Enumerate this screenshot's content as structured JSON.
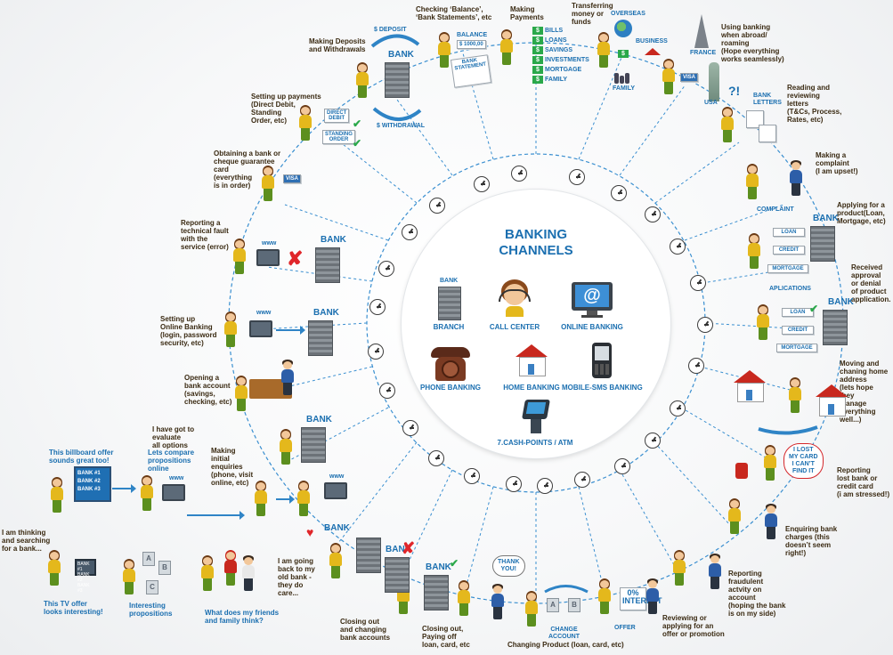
{
  "title": {
    "line1": "BANKING",
    "line2": "CHANNELS"
  },
  "channels": [
    {
      "icon": "bank-building-icon",
      "small_tag": "BANK",
      "label": "BRANCH"
    },
    {
      "icon": "call-center-agent-icon",
      "label": "CALL CENTER"
    },
    {
      "icon": "at-monitor-icon",
      "label": "ONLINE BANKING"
    },
    {
      "icon": "rotary-phone-icon",
      "label": "PHONE BANKING"
    },
    {
      "icon": "house-icon",
      "label": "HOME BANKING"
    },
    {
      "icon": "mobile-phone-icon",
      "label": "MOBILE-SMS BANKING"
    },
    {
      "icon": "atm-kiosk-icon",
      "label": "7.CASH-POINTS / ATM"
    }
  ],
  "journey": {
    "deposits": "Making Deposits\nand Withdrawals",
    "deposit_tag": "$ DEPOSIT",
    "withdrawal_tag": "$ WITHDRAWAL",
    "balance": "Checking ‘Balance’,\n‘Bank Statements’, etc",
    "balance_tag": "BALANCE",
    "balance_amount": "$ 1000,00",
    "statement_tag": "BANK\nSTATEMENT",
    "payments": "Making\nPayments",
    "payment_items": [
      "BILLS",
      "LOANS",
      "SAVINGS",
      "INVESTMENTS",
      "MORTGAGE",
      "FAMILY"
    ],
    "transfer": "Transferring\nmoney or\nfunds",
    "overseas_tag": "OVERSEAS",
    "business_tag": "BUSINESS",
    "family_tag": "FAMILY",
    "abroad": "Using banking\nwhen abroad/\nroaming\n(Hope everything\nworks seamlessly)",
    "france_tag": "FRANCE",
    "usa_tag": "USA",
    "question_marks": "?!",
    "letters": "Reading and\nreviewing\nletters\n(T&Cs, Process,\nRates, etc)",
    "bank_letters_tag": "BANK\nLETTERS",
    "complaint": "Making a\ncomplaint\n(I am upset!)",
    "complaint_tag": "COMPLAINT",
    "apply_product": "Applying for a\nproduct(Loan,\nMortgage, etc)",
    "app_docs": [
      "LOAN",
      "CREDIT",
      "MORTGAGE"
    ],
    "applications_tag": "APLICATIONS",
    "approval": "Received\napproval\nor denial\nof product\napplication.",
    "moving": "Moving and\nchaning home\naddress\n(lets hope\nthey\nmanage\neverything\nwell...)",
    "lost_bubble": "I LOST\nMY CARD\nI CAN’T\nFIND IT",
    "lost_card": "Reporting\nlost bank or\ncredit card\n(i am stressed!)",
    "enquiring_charges": "Enquiring bank\ncharges (this\ndoesn’t seem\nright!)",
    "fraud": "Reporting\nfraudulent\nactvity on\naccount\n(hoping the bank\nis on my side)",
    "offer": "Reviewing or\napplying for an\noffer or promotion",
    "offer_tag": "OFFER",
    "interest_tag": "0%\nINTEREST",
    "change_tag": "CHANGE\nACCOUNT",
    "changing_product": "Changing Product (loan, card, etc)",
    "thank_you": "THANK\nYOU!",
    "closing_paying": "Closing out,\nPaying off\nloan, card, etc",
    "closing_accounts": "Closing out\nand changing\nbank accounts",
    "going_back": "I am going\nback to my\nold bank -\nthey do\ncare...",
    "initial_enquiries": "Making\ninitial\nenquiries\n(phone, visit\nonline, etc)",
    "opening": "Opening a\nbank account\n(savings,\nchecking, etc)",
    "online_setup": "Setting up\nOnline Banking\n(login, password\nsecurity, etc)",
    "fault": "Reporting a\ntechnical fault\nwith the\nservice (error)",
    "guarantee": "Obtaining a bank or\ncheque guarantee\ncard\n(everything\nis in order)",
    "setup_payments": "Setting up payments\n(Direct Debit,\nStanding\nOrder, etc)",
    "direct_debit_tag": "DIRECT\nDEBIT",
    "standing_order_tag": "STANDING\nORDER",
    "visa_tag": "VISA",
    "bank_tag": "BANK",
    "www_tag": "www"
  },
  "prelude": {
    "searching": "I am thinking\nand searching\nfor a bank...",
    "billboard_caption": "This billboard offer\nsounds great too!",
    "billboard_text": "BANK #1\nBANK #2\nBANK #3",
    "tv_caption": "This TV offer\nlooks interesting!",
    "tv_text": "BANK #1\nBANK #2\nBANK #3",
    "compare_caption": "Lets compare\npropositions\nonline",
    "evaluate": "I have got to\nevaluate\nall options",
    "interesting": "Interesting\npropositions",
    "friends": "What does my friends\nand family think?",
    "option_letters": [
      "A",
      "B",
      "C"
    ]
  },
  "colors": {
    "accent_blue": "#1b6fb0",
    "arrow_blue": "#2f84c6",
    "ring_dash": "#3a8fd0",
    "check_green": "#2aa84a",
    "alert_red": "#e0262a"
  }
}
